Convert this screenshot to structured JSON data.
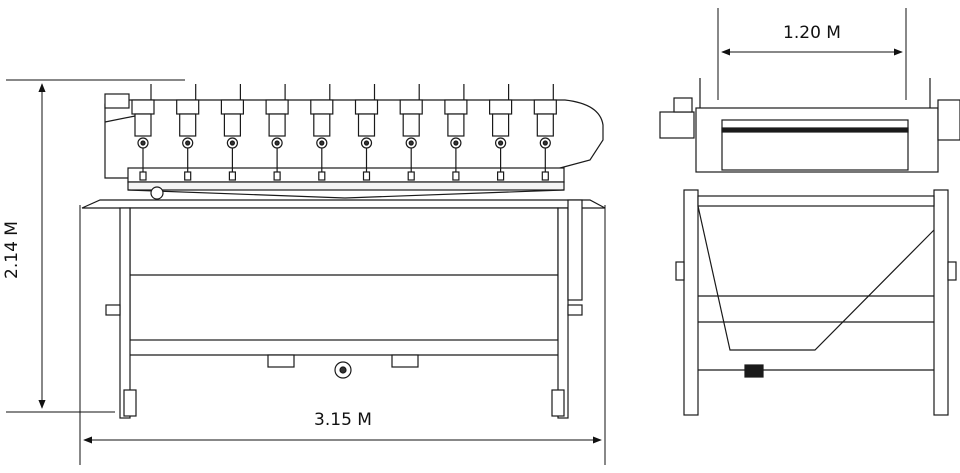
{
  "dimensions": {
    "height_label": "2.14 M",
    "length_label": "3.15 M",
    "width_label": "1.20 M"
  },
  "front_view": {
    "motor_count": 10
  },
  "colors": {
    "line": "#1a1a1a",
    "fill": "#ffffff",
    "dark": "#333333"
  }
}
